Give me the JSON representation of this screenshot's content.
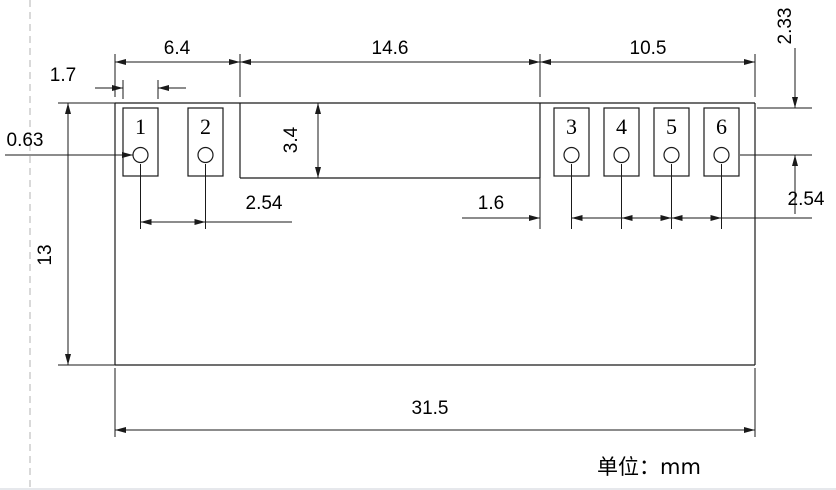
{
  "drawing": {
    "unit_label": "单位：mm",
    "pin_numbers": [
      "1",
      "2",
      "3",
      "4",
      "5",
      "6"
    ],
    "colors": {
      "line": "#1a1a1a",
      "pin_number": "#e60000"
    },
    "dimensions": {
      "left_section_width": "6.4",
      "middle_section_width": "14.6",
      "right_section_width": "10.5",
      "pad_width": "1.7",
      "hole_diameter": "0.63",
      "middle_section_height": "3.4",
      "left_pad_pitch": "2.54",
      "right_pad_gap": "1.6",
      "right_pad_pitch": "2.54",
      "board_height": "13",
      "board_width": "31.5",
      "hole_top_offset": "2.33"
    }
  }
}
